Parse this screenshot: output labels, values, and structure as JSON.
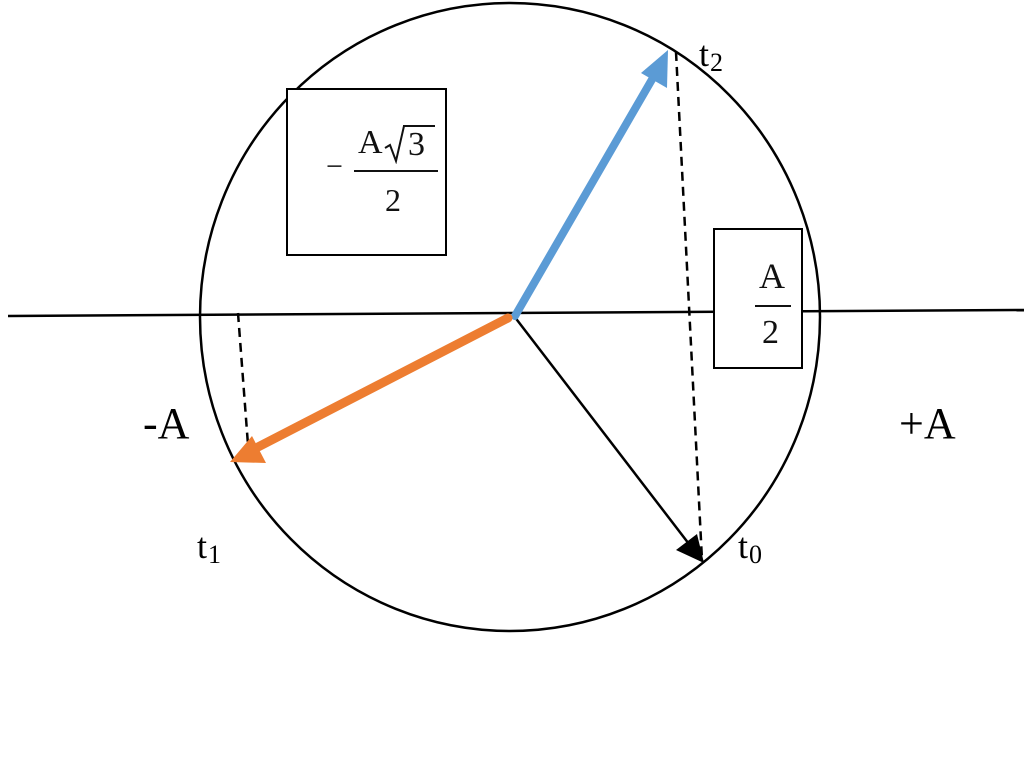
{
  "labels": {
    "minus_a": "-A",
    "plus_a": "+A",
    "t0": {
      "letter": "t",
      "sub": "0"
    },
    "t1": {
      "letter": "t",
      "sub": "1"
    },
    "t2": {
      "letter": "t",
      "sub": "2"
    }
  },
  "box_left": {
    "sign": "−",
    "numerator_a": "A",
    "numerator_root": "3",
    "denominator": "2"
  },
  "box_right": {
    "numerator": "A",
    "denominator": "2"
  },
  "colors": {
    "blue_arrow": "#5b9bd5",
    "orange_arrow": "#ed7d31",
    "black_arrow": "#000000",
    "lines": "#000000"
  }
}
